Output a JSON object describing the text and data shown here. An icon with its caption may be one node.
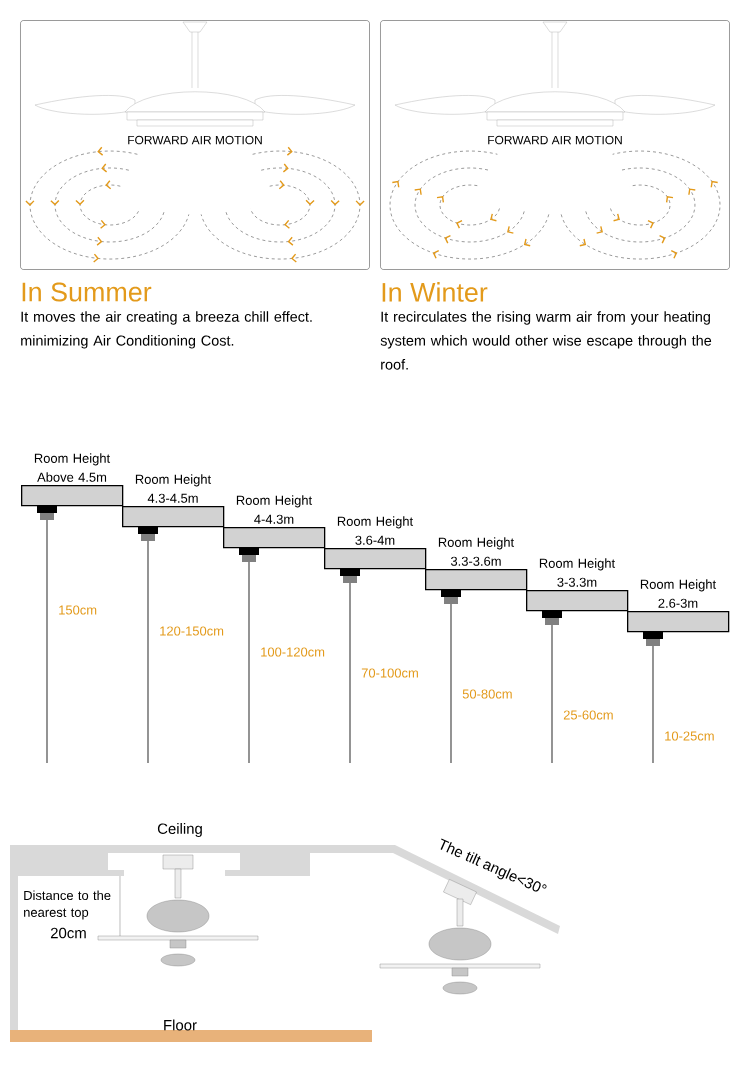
{
  "diagram": {
    "nodes": [
      {
        "text": [
          "FORWARD AIR MOTION"
        ],
        "beside": [
          "In Summer",
          "It moves the air creating a breeza chill effect. minimizing Air Conditioning Cost."
        ]
      },
      {
        "text": [
          "FORWARD AIR MOTION"
        ],
        "beside": [
          "In Winter",
          "It recirculates the rising warm air from your heating system which would other wise escape through the roof."
        ]
      },
      {
        "text": [
          "Room Height Above 4.5m"
        ]
      },
      {
        "text": [
          "Room Height 4.3-4.5m"
        ]
      },
      {
        "text": [
          "Room Height 4-4.3m"
        ]
      },
      {
        "text": [
          "Room Height 3.6-4m"
        ]
      },
      {
        "text": [
          "Room Height 3.3-3.6m"
        ]
      },
      {
        "text": [
          "Room Height 3-3.3m"
        ]
      },
      {
        "text": [
          "Room Height 2.6-3m"
        ]
      }
    ],
    "labels": [
      "150cm",
      "120-150cm",
      "100-120cm",
      "70-100cm",
      "50-80cm",
      "25-60cm",
      "10-25cm",
      "Ceiling",
      "Distance to the nearest top",
      "20cm",
      "The tilt angle<30°",
      "Floor"
    ]
  }
}
